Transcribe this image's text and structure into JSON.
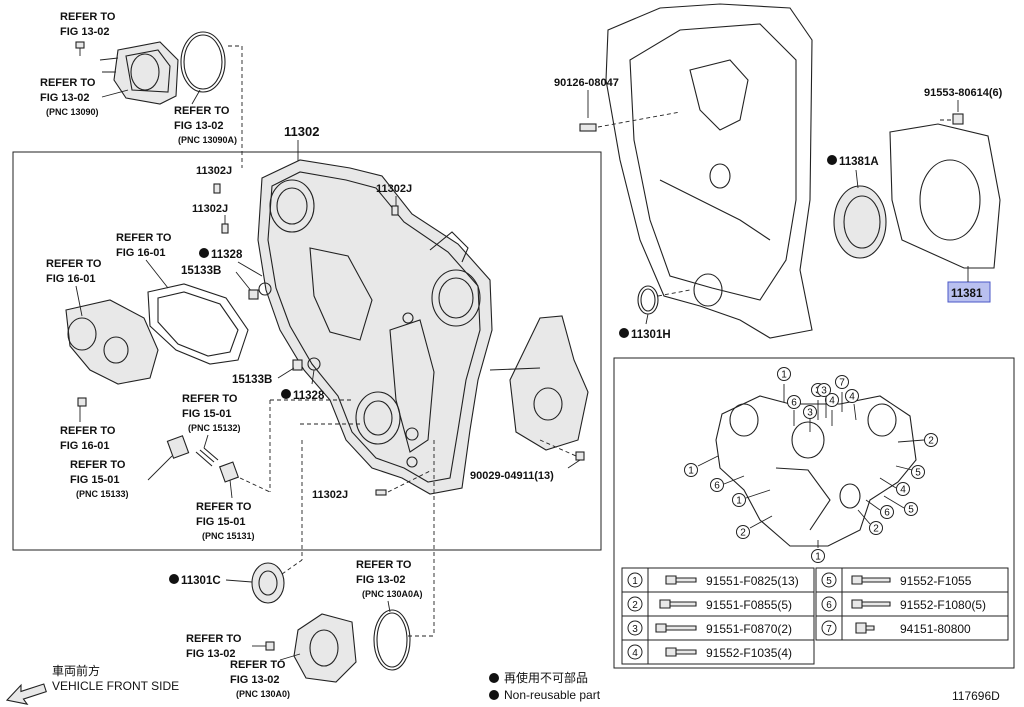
{
  "parts": {
    "p11302": "11302",
    "p11302j_a": "11302J",
    "p11302j_b": "11302J",
    "p11302j_c": "11302J",
    "p11302j_d": "11302J",
    "p11328_a": "11328",
    "p11328_b": "11328",
    "p15133b_a": "15133B",
    "p15133b_b": "15133B",
    "p11301c": "11301C",
    "p11301h": "11301H",
    "p11381a": "11381A",
    "p11381": "11381",
    "p90126": "90126-08047",
    "p91553": "91553-80614(6)",
    "p90029": "90029-04911(13)"
  },
  "refs": {
    "r1_l1": "REFER TO",
    "r1_l2": "FIG 13-02",
    "r2_l1": "REFER TO",
    "r2_l2": "FIG 13-02",
    "r2_l3": "(PNC 13090)",
    "r3_l1": "REFER TO",
    "r3_l2": "FIG 13-02",
    "r3_l3": "(PNC 13090A)",
    "r4_l1": "REFER TO",
    "r4_l2": "FIG 16-01",
    "r5_l1": "REFER TO",
    "r5_l2": "FIG 16-01",
    "r6_l1": "REFER TO",
    "r6_l2": "FIG 16-01",
    "r7_l1": "REFER TO",
    "r7_l2": "FIG 15-01",
    "r7_l3": "(PNC 15132)",
    "r8_l1": "REFER TO",
    "r8_l2": "FIG 15-01",
    "r8_l3": "(PNC 15133)",
    "r9_l1": "REFER TO",
    "r9_l2": "FIG 15-01",
    "r9_l3": "(PNC 15131)",
    "r10_l1": "REFER TO",
    "r10_l2": "FIG 13-02",
    "r10_l3": "(PNC 130A0A)",
    "r11_l1": "REFER TO",
    "r11_l2": "FIG 13-02",
    "r12_l1": "REFER TO",
    "r12_l2": "FIG 13-02",
    "r12_l3": "(PNC 130A0)"
  },
  "bolt_table": [
    {
      "num": "1",
      "part": "91551-F0825(13)"
    },
    {
      "num": "2",
      "part": "91551-F0855(5)"
    },
    {
      "num": "3",
      "part": "91551-F0870(2)"
    },
    {
      "num": "4",
      "part": "91552-F1035(4)"
    },
    {
      "num": "5",
      "part": "91552-F1055"
    },
    {
      "num": "6",
      "part": "91552-F1080(5)"
    },
    {
      "num": "7",
      "part": "94151-80800"
    }
  ],
  "callouts": [
    "1",
    "3",
    "7",
    "4",
    "6",
    "3",
    "2",
    "1",
    "6",
    "1",
    "2",
    "5",
    "6",
    "4",
    "5",
    "2",
    "1",
    "4",
    "3"
  ],
  "legend": {
    "vehicle_front_jp": "車両前方",
    "vehicle_front_en": "VEHICLE FRONT SIDE",
    "nonreuse_jp": "再使用不可部品",
    "nonreuse_en": "Non-reusable part",
    "fig_id": "117696D"
  }
}
